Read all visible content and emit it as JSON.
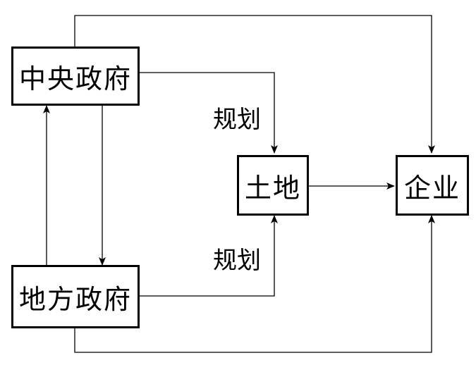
{
  "nodes": {
    "central_gov": "中央政府",
    "local_gov": "地方政府",
    "land": "土地",
    "enterprise": "企业"
  },
  "labels": {
    "plan_top": "规划",
    "plan_bottom": "规划"
  },
  "colors": {
    "line": "#000000",
    "box_border": "#000000",
    "background": "#ffffff"
  }
}
